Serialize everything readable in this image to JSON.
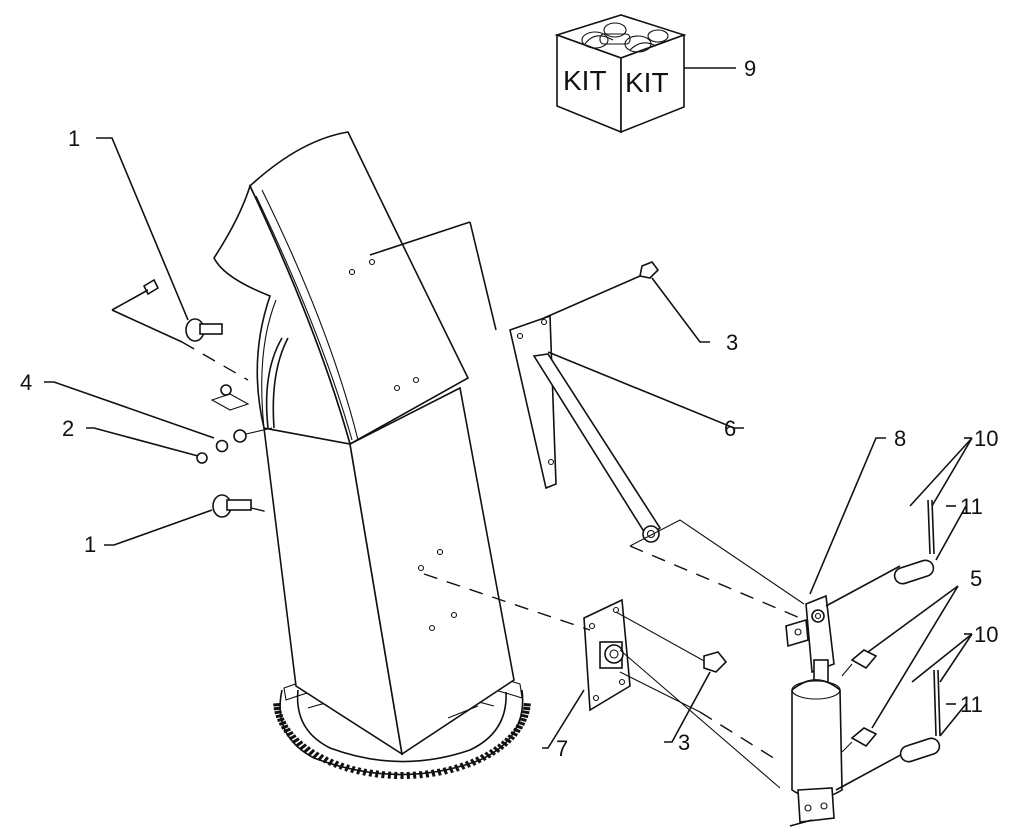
{
  "callouts": {
    "c1a": "1",
    "c1b": "1",
    "c2": "2",
    "c3a": "3",
    "c3b": "3",
    "c4": "4",
    "c5": "5",
    "c6": "6",
    "c7": "7",
    "c8": "8",
    "c9": "9",
    "c10a": "10",
    "c10b": "10",
    "c11a": "11",
    "c11b": "11"
  },
  "kit": {
    "left_label": "KIT",
    "right_label": "KIT"
  }
}
